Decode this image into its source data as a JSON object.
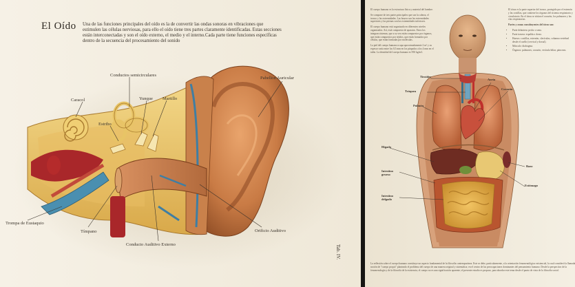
{
  "left_page": {
    "title": "El Oído",
    "intro": "Una de las funciones principales del oído es la de convertir las ondas sonoras en vibraciones que estimulen las células nerviosas, para ello el oído tiene tres partes claramente identificadas. Estas secciones están interconectadas y son el oído externo, el medio y el interno.Cada parte tiene funciones específicas dentro de la secuencia del procesamiento del sonido",
    "labels": {
      "conductos": "Conductos semicirculares",
      "caracol": "Caracol",
      "martillo": "Martillo",
      "yunque": "Yunque",
      "estribo": "Estribo",
      "pabellon": "Pabellón Auricular",
      "trompa": "Trompa de Eustaquio",
      "timpano": "Tímpano",
      "conducto_auditivo": "Conducto Auditivo Externo",
      "orificio": "Orificio Auditivo"
    },
    "tab_label": "Tab. IV."
  },
  "right_page": {
    "col1": [
      "El cuerpo humano es la estructura física y material del hombre.",
      "Se compone de tres partes principales que son la cabeza, el tronco y las extremidades. Las brazos son las extremidades superiores y las piernas son las extremidades inferiores.",
      "El cuerpo humano está organizado en diferentes niveles organizados. Así, está compuesto de aparatos. Estos los integran sistemas, que a su vez están compuestos por órganos, que están compuestos por tejidos, que están formados por células, que están formadas por moléculas.",
      "La piel del cuerpo humano ocupa aproximadamente 2 m² y su espesor varía entre los 0,5 mm en los párpados a los 4 mm en el talón. La densidad del cuerpo humano es 950 kg/m3."
    ],
    "col2_intro": "El tórax es la parte superior del tronco, protegido por el esternón y las costillas, que contiene los órganos del sistema respiratorio y circulatorio. En el tórax se sitúan el corazón, los pulmones y las vías respiratorias.",
    "col2_heading": "Partes y zonas constituyentes del tórax son:",
    "col2_items": [
      "Parte delantera: pecho o seno.",
      "Parte trasera: espalda o dorso.",
      "Huesos: costillas, esternón, clavículas, columna vertebral desde el cuello (cervical y dorsal).",
      "Músculo: diafragma.",
      "Órganos: pulmones, corazón, vesícula biliar, páncreas."
    ],
    "labels": {
      "tiroides": "Tiroides",
      "aorta": "Aorta",
      "corazon": "Corazón",
      "traquea": "Tráquea",
      "pulmon": "Pulmón",
      "higado": "Hígado",
      "bazo": "Bazo",
      "intestino_grueso": "Intestino grueso",
      "estomago": "Estómago",
      "intestino_delgado": "Intestino delgado"
    },
    "footer": "La reflexión sobre el cuerpo humano constituye un aspecto fundamental de la filosofía contemporánea. Este se debe, particularmente, a la orientación fenomenológica existencial, la cual consideró la llamada noción de \"cuerpo propio\" planteado el problema del cuerpo de una manera original y sistemática; en el centro de las preocupaciones dominantes del pensamiento humano. Desde la perspectiva de la fenomenología y de la filosofía de la existencia, el cuerpo no es una significación aparente; el presente estudio es propuso, para abordar este tema desde el punto de vista de la filosofía social."
  }
}
